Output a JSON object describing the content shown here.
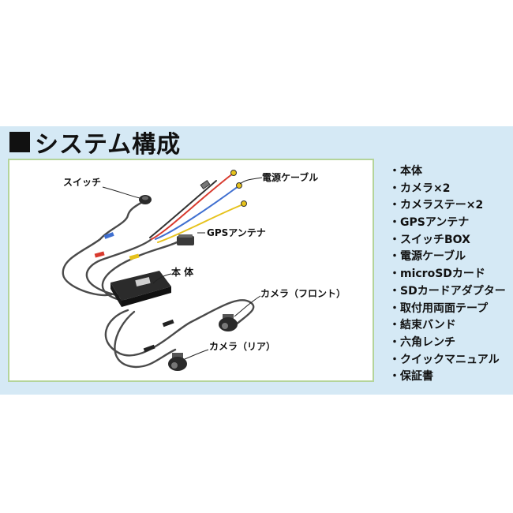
{
  "title": "システム構成",
  "labels": {
    "switch": "スイッチ",
    "power_cable": "電源ケーブル",
    "gps_antenna": "GPSアンテナ",
    "main_unit": "本 体",
    "front_camera": "カメラ（フロント）",
    "rear_camera": "カメラ（リア）"
  },
  "parts": [
    "・本体",
    "・カメラ×2",
    "・カメラステー×2",
    "・GPSアンテナ",
    "・スイッチBOX",
    "・電源ケーブル",
    "・microSDカード",
    "・SDカードアダプター",
    "・取付用両面テープ",
    "・結束バンド",
    "・六角レンチ",
    "・クイックマニュアル",
    "・保証書"
  ],
  "colors": {
    "band": "#d5e9f5",
    "frame_border": "#b4d49a",
    "wire_red": "#d83a2e",
    "wire_blue": "#3f6fd0",
    "wire_yellow": "#e6c21c",
    "cable": "#4a4a4a"
  }
}
